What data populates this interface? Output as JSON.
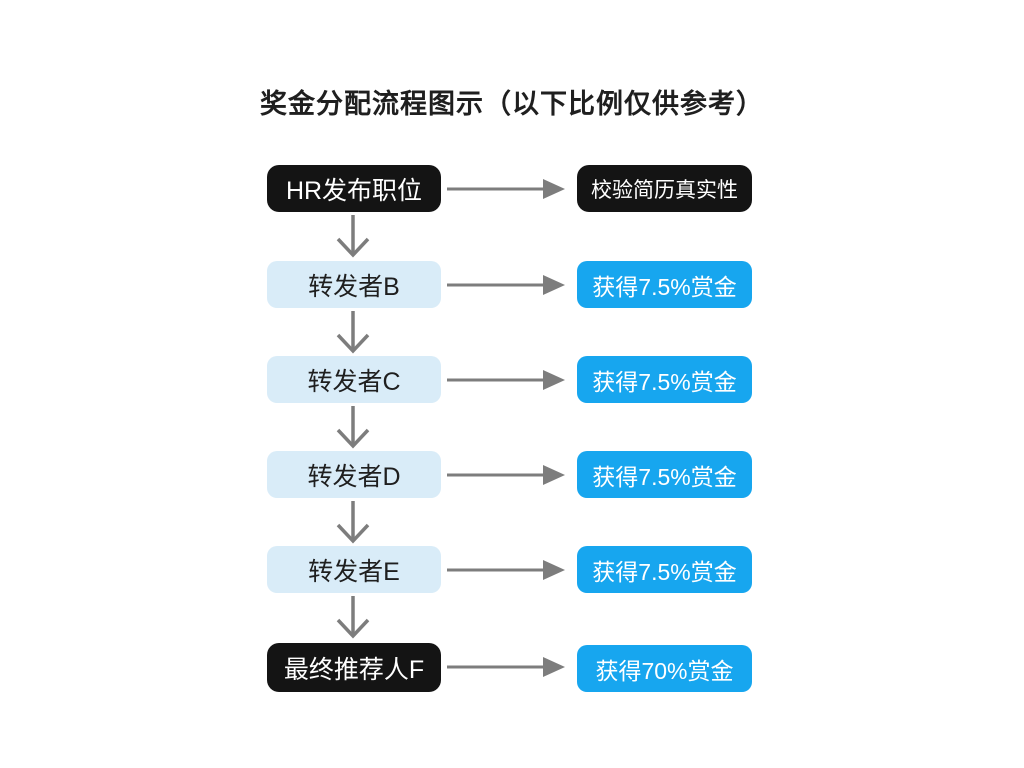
{
  "title": "奖金分配流程图示（以下比例仅供参考）",
  "colors": {
    "black_box": "#141414",
    "light_blue": "#d9ecf8",
    "bright_blue": "#17a6ef",
    "arrow": "#7d7d7d",
    "text_dark": "#1f1f1f",
    "text_light": "#ffffff",
    "page_bg": "#ffffff"
  },
  "flow": {
    "rows": [
      {
        "left": {
          "label": "HR发布职位"
        },
        "right": {
          "label": "校验简历真实性"
        }
      },
      {
        "left": {
          "label": "转发者B"
        },
        "right": {
          "label": "获得7.5%赏金"
        }
      },
      {
        "left": {
          "label": "转发者C"
        },
        "right": {
          "label": "获得7.5%赏金"
        }
      },
      {
        "left": {
          "label": "转发者D"
        },
        "right": {
          "label": "获得7.5%赏金"
        }
      },
      {
        "left": {
          "label": "转发者E"
        },
        "right": {
          "label": "获得7.5%赏金"
        }
      },
      {
        "left": {
          "label": "最终推荐人F"
        },
        "right": {
          "label": "获得70%赏金"
        }
      }
    ]
  }
}
